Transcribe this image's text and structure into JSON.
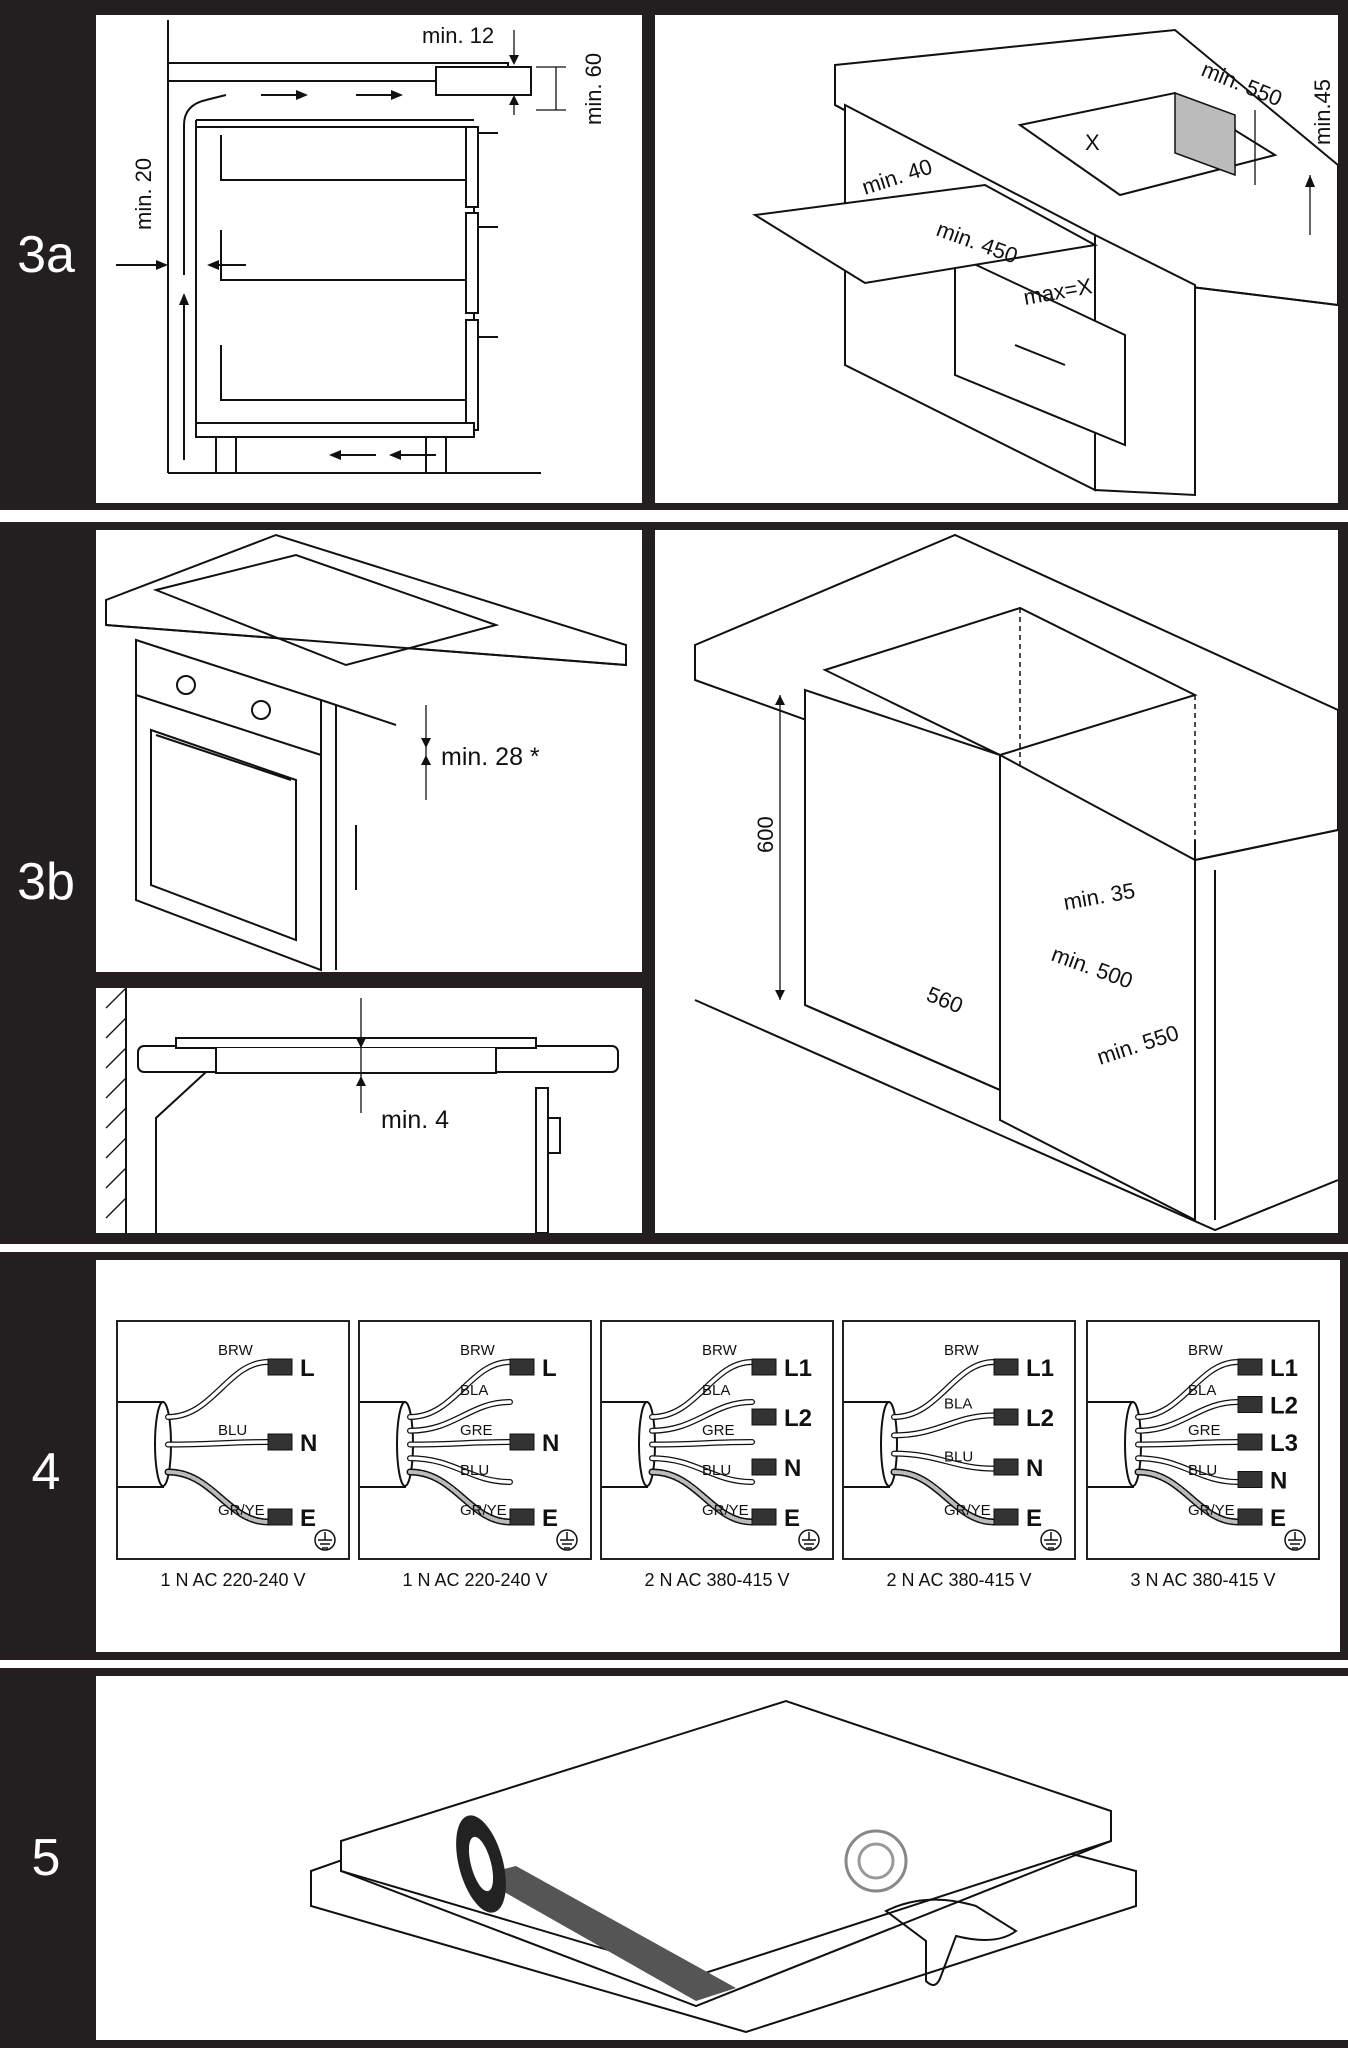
{
  "sections": [
    {
      "label": "3a"
    },
    {
      "label": "3b"
    },
    {
      "label": "4"
    },
    {
      "label": "5"
    }
  ],
  "fig3a_left": {
    "min12": "min. 12",
    "min60": "min. 60",
    "min20": "min. 20"
  },
  "fig3a_right": {
    "min550": "min. 550",
    "min45": "min.45",
    "min40": "min. 40",
    "min450": "min. 450",
    "x": "X",
    "maxx": "max=X"
  },
  "fig3b_top": {
    "min28": "min. 28 *"
  },
  "fig3b_bottom": {
    "min4": "min. 4"
  },
  "fig3b_right": {
    "h600": "600",
    "min35": "min. 35",
    "min500": "min. 500",
    "w560": "560",
    "min550": "min. 550"
  },
  "wiring": [
    {
      "caption": "1 N AC 220-240 V",
      "wires": [
        "BRW",
        "BLU",
        "GR/YE"
      ],
      "terminals": [
        "L",
        "N",
        "E"
      ]
    },
    {
      "caption": "1 N AC 220-240 V",
      "wires": [
        "BRW",
        "BLA",
        "GRE",
        "BLU",
        "GR/YE"
      ],
      "terminals": [
        "L",
        "N",
        "E"
      ]
    },
    {
      "caption": "2 N AC 380-415 V",
      "wires": [
        "BRW",
        "BLA",
        "GRE",
        "BLU",
        "GR/YE"
      ],
      "terminals": [
        "L1",
        "L2",
        "N",
        "E"
      ]
    },
    {
      "caption": "2 N AC 380-415 V",
      "wires": [
        "BRW",
        "BLA",
        "BLU",
        "GR/YE"
      ],
      "terminals": [
        "L1",
        "L2",
        "N",
        "E"
      ]
    },
    {
      "caption": "3 N AC 380-415 V",
      "wires": [
        "BRW",
        "BLA",
        "GRE",
        "BLU",
        "GR/YE"
      ],
      "terminals": [
        "L1",
        "L2",
        "L3",
        "N",
        "E"
      ]
    }
  ],
  "icons": {
    "ground": "ground-icon"
  }
}
